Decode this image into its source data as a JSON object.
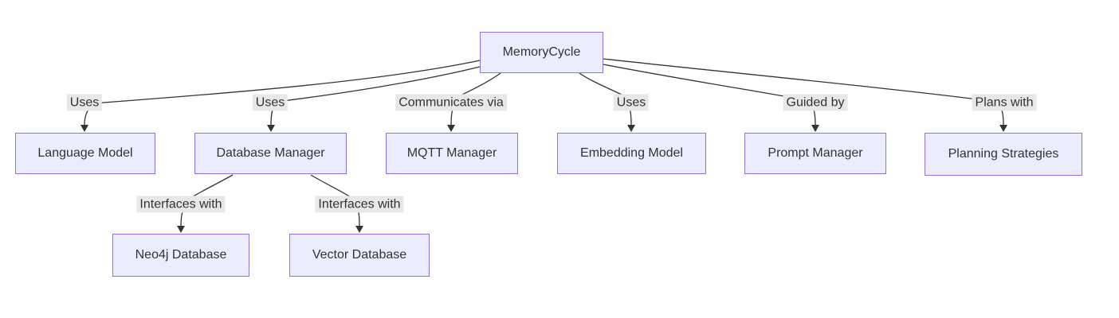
{
  "diagram_type": "flowchart",
  "nodes": {
    "memorycycle": "MemoryCycle",
    "language_model": "Language Model",
    "database_manager": "Database Manager",
    "mqtt_manager": "MQTT Manager",
    "embedding_model": "Embedding Model",
    "prompt_manager": "Prompt Manager",
    "planning_strategies": "Planning Strategies",
    "neo4j_database": "Neo4j Database",
    "vector_database": "Vector Database"
  },
  "edges": [
    {
      "from": "MemoryCycle",
      "to": "Language Model",
      "label": "Uses"
    },
    {
      "from": "MemoryCycle",
      "to": "Database Manager",
      "label": "Uses"
    },
    {
      "from": "MemoryCycle",
      "to": "MQTT Manager",
      "label": "Communicates via"
    },
    {
      "from": "MemoryCycle",
      "to": "Embedding Model",
      "label": "Uses"
    },
    {
      "from": "MemoryCycle",
      "to": "Prompt Manager",
      "label": "Guided by"
    },
    {
      "from": "MemoryCycle",
      "to": "Planning Strategies",
      "label": "Plans with"
    },
    {
      "from": "Database Manager",
      "to": "Neo4j Database",
      "label": "Interfaces with"
    },
    {
      "from": "Database Manager",
      "to": "Vector Database",
      "label": "Interfaces with"
    }
  ],
  "colors": {
    "node_fill": "#ECECFF",
    "node_border": "#9370DB",
    "edge": "#333333",
    "text": "#333333",
    "edge_label_bg": "#e8e8e8",
    "background": "#ffffff"
  }
}
